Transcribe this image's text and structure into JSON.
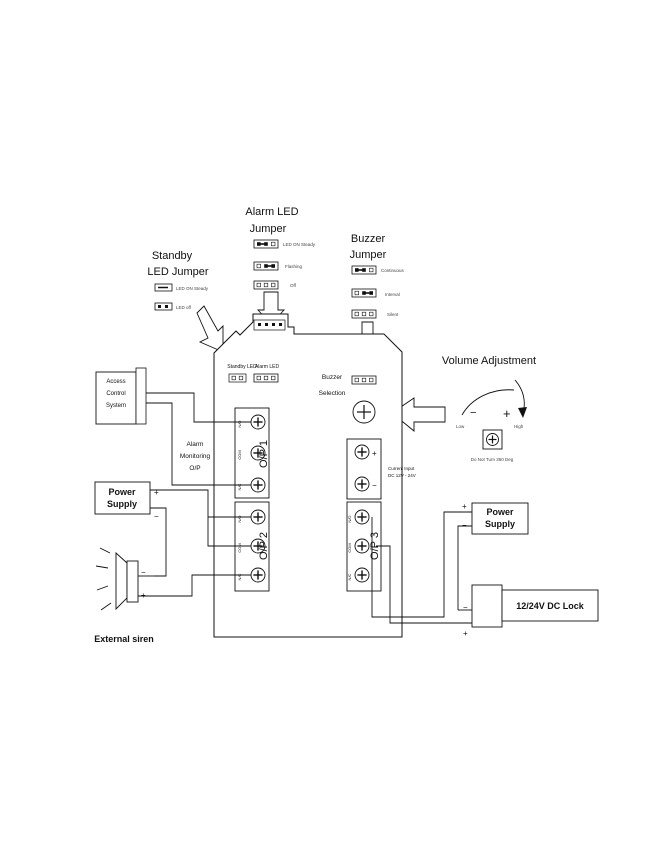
{
  "standby_led_jumper": {
    "title_line1": "Standby",
    "title_line2": "LED Jumper",
    "option_on": "LED ON Steady",
    "option_off": "LED off"
  },
  "alarm_led_jumper": {
    "title_line1": "Alarm LED",
    "title_line2": "Jumper",
    "option_steady": "LED ON Steady",
    "option_flashing": "Flashing",
    "option_off": "Off"
  },
  "buzzer_jumper": {
    "title_line1": "Buzzer",
    "title_line2": "Jumper",
    "option_continuous": "Continuous",
    "option_interval": "Interval",
    "option_silent": "Silent"
  },
  "volume": {
    "title": "Volume Adjustment",
    "low": "Low",
    "high": "High",
    "minus": "−",
    "plus": "+",
    "note": "Do Not Turn 360 Deg"
  },
  "board": {
    "standby_led": "Standby LED",
    "alarm_led": "Alarm LED",
    "buzzer_line1": "Buzzer",
    "buzzer_line2": "Selection",
    "op1": "O/P 1",
    "op2": "O/P 2",
    "op3": "O/P 3",
    "term_no": "N/O",
    "term_com": "COM",
    "term_nc": "N/C",
    "dc_plus": "+",
    "dc_minus": "−",
    "current_line1": "Current Input",
    "current_line2": "DC 12V - 24V"
  },
  "access_control": {
    "line1": "Access",
    "line2": "Control",
    "line3": "System"
  },
  "alarm_monitoring": {
    "line1": "Alarm",
    "line2": "Monitoring",
    "line3": "O/P"
  },
  "power_supply_left": {
    "line1": "Power",
    "line2": "Supply",
    "plus": "+",
    "minus": "−"
  },
  "power_supply_right": {
    "line1": "Power",
    "line2": "Supply",
    "plus": "+",
    "minus": "−"
  },
  "siren": {
    "label": "External siren",
    "minus": "−",
    "plus": "+"
  },
  "dc_lock": {
    "label": "12/24V DC Lock",
    "minus": "−",
    "plus": "+"
  }
}
